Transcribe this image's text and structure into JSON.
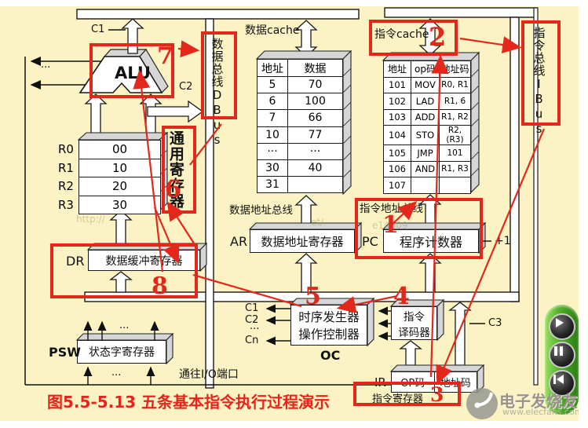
{
  "alu": {
    "label": "ALU"
  },
  "signals": {
    "c1": "C1",
    "c2": "C2",
    "c3": "C3",
    "cn": "Cn",
    "plus_one": "+1",
    "dots": "···"
  },
  "buses": {
    "data_bus_vertical": "数据总线DBus",
    "inst_bus_vertical": "指令总线IBus",
    "data_addr_bus": "数据地址总线",
    "inst_addr_bus": "指令地址总线"
  },
  "registers": {
    "group_label": "通用寄存器",
    "rows": [
      [
        "R0",
        "00"
      ],
      [
        "R1",
        "10"
      ],
      [
        "R2",
        "20"
      ],
      [
        "R3",
        "30"
      ]
    ]
  },
  "data_cache": {
    "title": "数据cache",
    "headers": [
      "地址",
      "数据"
    ],
    "rows": [
      [
        "5",
        "70"
      ],
      [
        "6",
        "100"
      ],
      [
        "7",
        "66"
      ],
      [
        "10",
        "77"
      ],
      [
        "···",
        "···"
      ],
      [
        "30",
        "40"
      ],
      [
        "31",
        ""
      ]
    ]
  },
  "inst_cache": {
    "title": "指令cache",
    "headers": [
      "地址",
      "op码",
      "地址码"
    ],
    "rows": [
      [
        "101",
        "MOV",
        "R0, R1"
      ],
      [
        "102",
        "LAD",
        "R1, 6"
      ],
      [
        "103",
        "ADD",
        "R1, R2"
      ],
      [
        "104",
        "STO",
        "R2, (R3)"
      ],
      [
        "105",
        "JMP",
        "101"
      ],
      [
        "106",
        "AND",
        "R1, R3"
      ],
      [
        "107",
        "",
        ""
      ]
    ]
  },
  "units": {
    "ar_tag": "AR",
    "ar_label": "数据地址寄存器",
    "pc_tag": "PC",
    "pc_label": "程序计数器",
    "dr_tag": "DR",
    "dr_label": "数据缓冲寄存器",
    "psw_tag": "PSW",
    "psw_label": "状态字寄存器",
    "oc_line1": "时序发生器",
    "oc_line2": "操作控制器",
    "oc_tag": "OC",
    "decoder_line1": "指令",
    "decoder_line2": "译码器",
    "ir_tag": "IR",
    "ir_op": "OP码",
    "ir_addr": "地址码",
    "ir_label": "指令寄存器"
  },
  "texts": {
    "io_port": "通往I/O端口",
    "caption": "图5.5-5.13 五条基本指令执行过程演示"
  },
  "annotations": {
    "s1": "1",
    "s2": "2",
    "s3": "3",
    "s4": "4",
    "s5": "5",
    "s6": "6",
    "s7": "7",
    "s8": "8"
  },
  "watermarks": {
    "fragment_left": "http://",
    "fragment_mid": "et/",
    "fragment_right": "e14809",
    "brand": "电子发烧友",
    "brand_url": "www.elecfans.com"
  },
  "player": {
    "buttons": [
      "play",
      "pause",
      "rewind"
    ]
  },
  "colors": {
    "background": "#FBF3C3",
    "annotation_red": "#E3281B",
    "caption_red": "#E8231B",
    "player_green": "#4fae27"
  }
}
